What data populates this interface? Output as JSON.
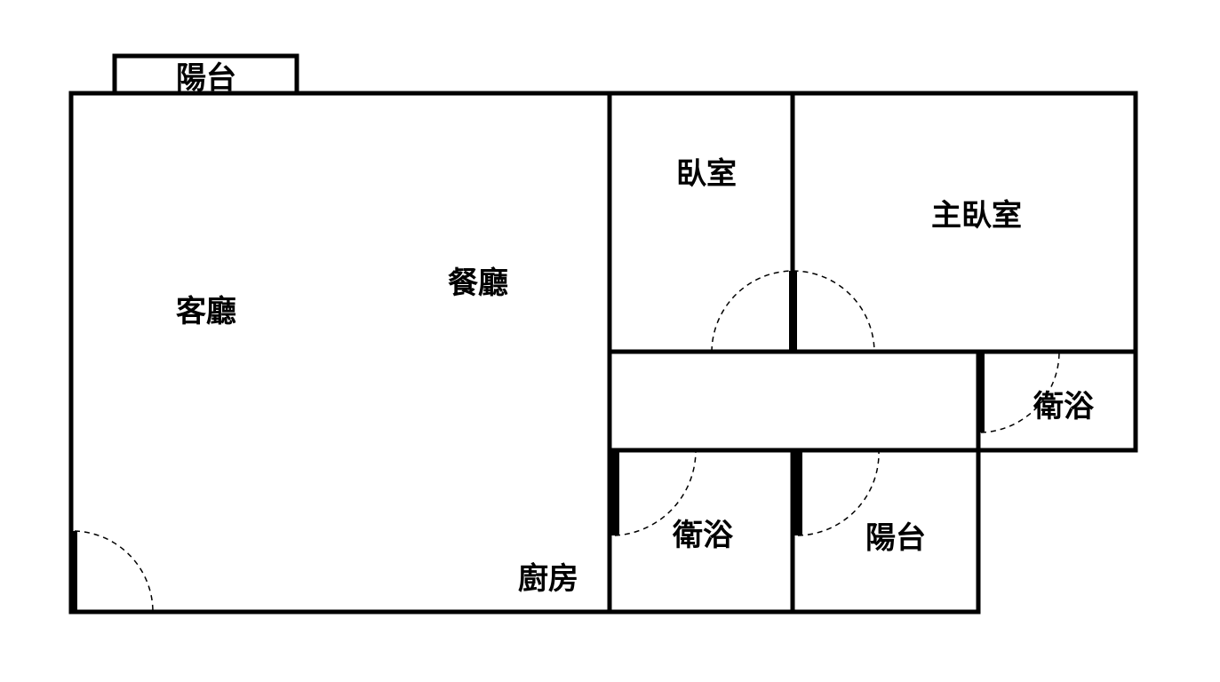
{
  "rooms": {
    "living_room": "客廳",
    "dining_room": "餐廳",
    "kitchen": "廚房",
    "bedroom": "臥室",
    "master_bedroom": "主臥室",
    "bathroom_1": "衛浴",
    "bathroom_2": "衛浴",
    "balcony_top": "陽台",
    "balcony_bottom": "陽台"
  },
  "colors": {
    "wall": "#000000",
    "background": "#ffffff"
  }
}
